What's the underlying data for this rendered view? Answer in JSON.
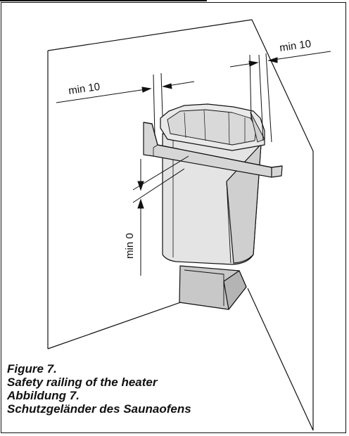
{
  "dimensions": {
    "left_clearance": "min 10",
    "right_clearance": "min 10",
    "vertical_clearance": "min 0"
  },
  "caption": {
    "figure_en": "Figure 7.",
    "title_en": "Safety railing of the heater",
    "figure_de": "Abbildung 7.",
    "title_de": "Schutzgeländer des Saunaofens"
  },
  "colors": {
    "line": "#111111",
    "heater_fill": "#e4e4e4",
    "heater_shade": "#c8c8c8",
    "heater_dark": "#b4b4b4"
  }
}
